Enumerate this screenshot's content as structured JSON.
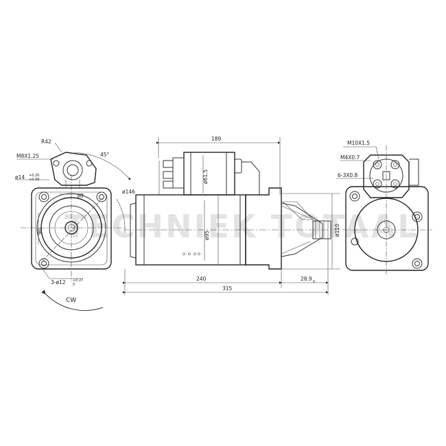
{
  "watermark": "TECHNIEK TOTAAL",
  "left_view": {
    "labels": {
      "r42": "R42",
      "m8": "M8X1.25",
      "d14": "ø14",
      "d14_tol_top": "+0.20",
      "d14_tol_bottom": "+0.09",
      "angle": "45°",
      "d146": "ø146",
      "v90_h": "90",
      "v90_v": "90",
      "holes": "3-ø12",
      "holes_tol_top": "+0.27",
      "holes_tol_bottom": "0",
      "rotation": "CW"
    }
  },
  "side_view": {
    "labels": {
      "d189": "189",
      "d61_5": "ø61.5",
      "d95": "ø95",
      "d110": "ø110",
      "d240": "240",
      "d315": "315",
      "d28": "28.9",
      "d28_tol": "0"
    }
  },
  "right_view": {
    "labels": {
      "m10": "M10X1.5",
      "m4": "M4X0.7",
      "tab": "6-3X0.8"
    }
  }
}
